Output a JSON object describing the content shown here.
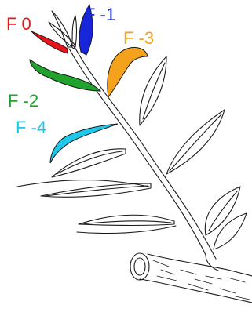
{
  "labels": {
    "f0": "F 0",
    "f1": "F -1",
    "f2": "F -2",
    "f3": "F -3",
    "f4": "F -4"
  },
  "colors": {
    "f0": "#e8141a",
    "f1": "#1626d8",
    "f2": "#1fa32c",
    "f3": "#f4a21c",
    "f4": "#1ec8ea",
    "ink": "#1a1a1a",
    "background": "#ffffff"
  }
}
